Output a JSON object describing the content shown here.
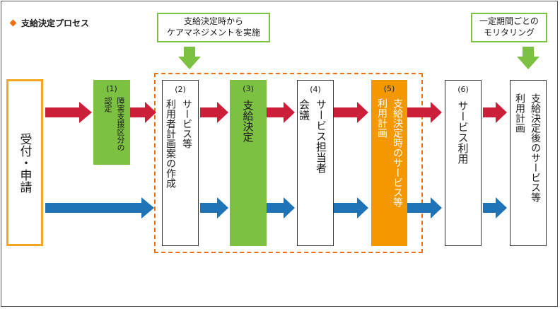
{
  "title": "支給決定プロセス",
  "notes": {
    "top_center": {
      "line1": "支給決定時から",
      "line2": "ケアマネジメントを実施"
    },
    "top_right": {
      "line1": "一定期間ごとの",
      "line2": "モリタリング"
    }
  },
  "steps": {
    "intake": {
      "label": "受付・申請"
    },
    "s1": {
      "num": "(1)",
      "line1": "障害支援区分の",
      "line2": "認定"
    },
    "s2": {
      "num": "(2)",
      "line1": "サービス等",
      "line2": "利用者計画案の作成"
    },
    "s3": {
      "num": "(3)",
      "line1": "支給決定"
    },
    "s4": {
      "num": "(4)",
      "line1": "サービス担当者",
      "line2": "会議"
    },
    "s5": {
      "num": "(5)",
      "line1": "支給決定時のサービス等",
      "line2": "利用計画"
    },
    "s6": {
      "num": "(6)",
      "line1": "サービス利用"
    },
    "s7": {
      "line1": "支給決定後のサービス等",
      "line2": "利用計画"
    }
  },
  "colors": {
    "red_arrow": "#cc1f3a",
    "blue_arrow": "#1f73b7",
    "green": "#7dc142",
    "orange": "#f39800",
    "intake_border": "#f5a623"
  }
}
